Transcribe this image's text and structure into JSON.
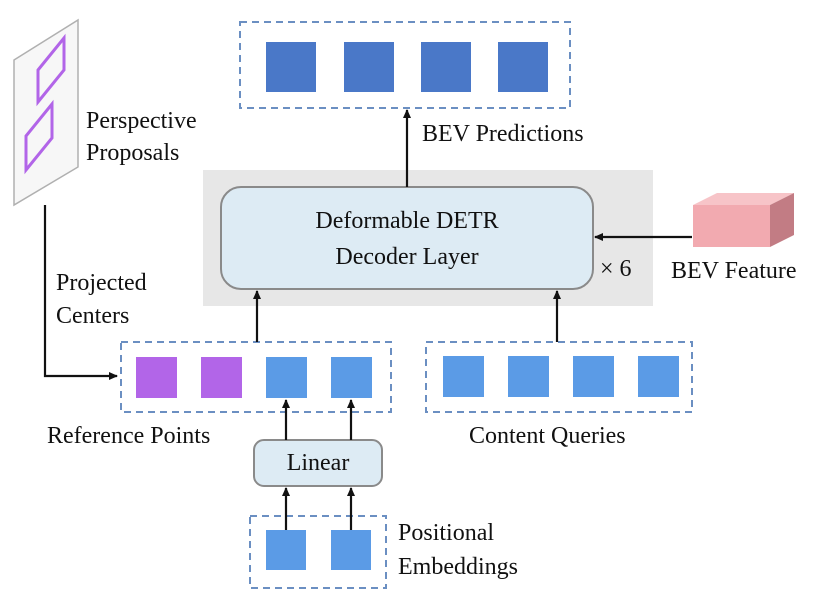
{
  "labels": {
    "perspective_proposals": [
      "Perspective",
      "Proposals"
    ],
    "projected_centers": [
      "Projected",
      "Centers"
    ],
    "bev_predictions": "BEV Predictions",
    "decoder_layer": [
      "Deformable DETR",
      "Decoder Layer"
    ],
    "repeat": "× 6",
    "bev_feature": "BEV Feature",
    "reference_points": "Reference Points",
    "content_queries": "Content Queries",
    "linear": "Linear",
    "positional_embeddings": [
      "Positional",
      "Embeddings"
    ]
  },
  "colors": {
    "prediction_square": "#4a78c8",
    "query_square": "#5b9be6",
    "proposal_square": "#b265e8",
    "dashed_border": "#6b8fc2",
    "decoder_fill": "#ddebf4",
    "decoder_border": "#8a8a8a",
    "stage_background": "#e7e7e7",
    "bev_feature_front": "#f2aab0",
    "bev_feature_top": "#f7c4c8",
    "bev_feature_side": "#c27c84"
  }
}
